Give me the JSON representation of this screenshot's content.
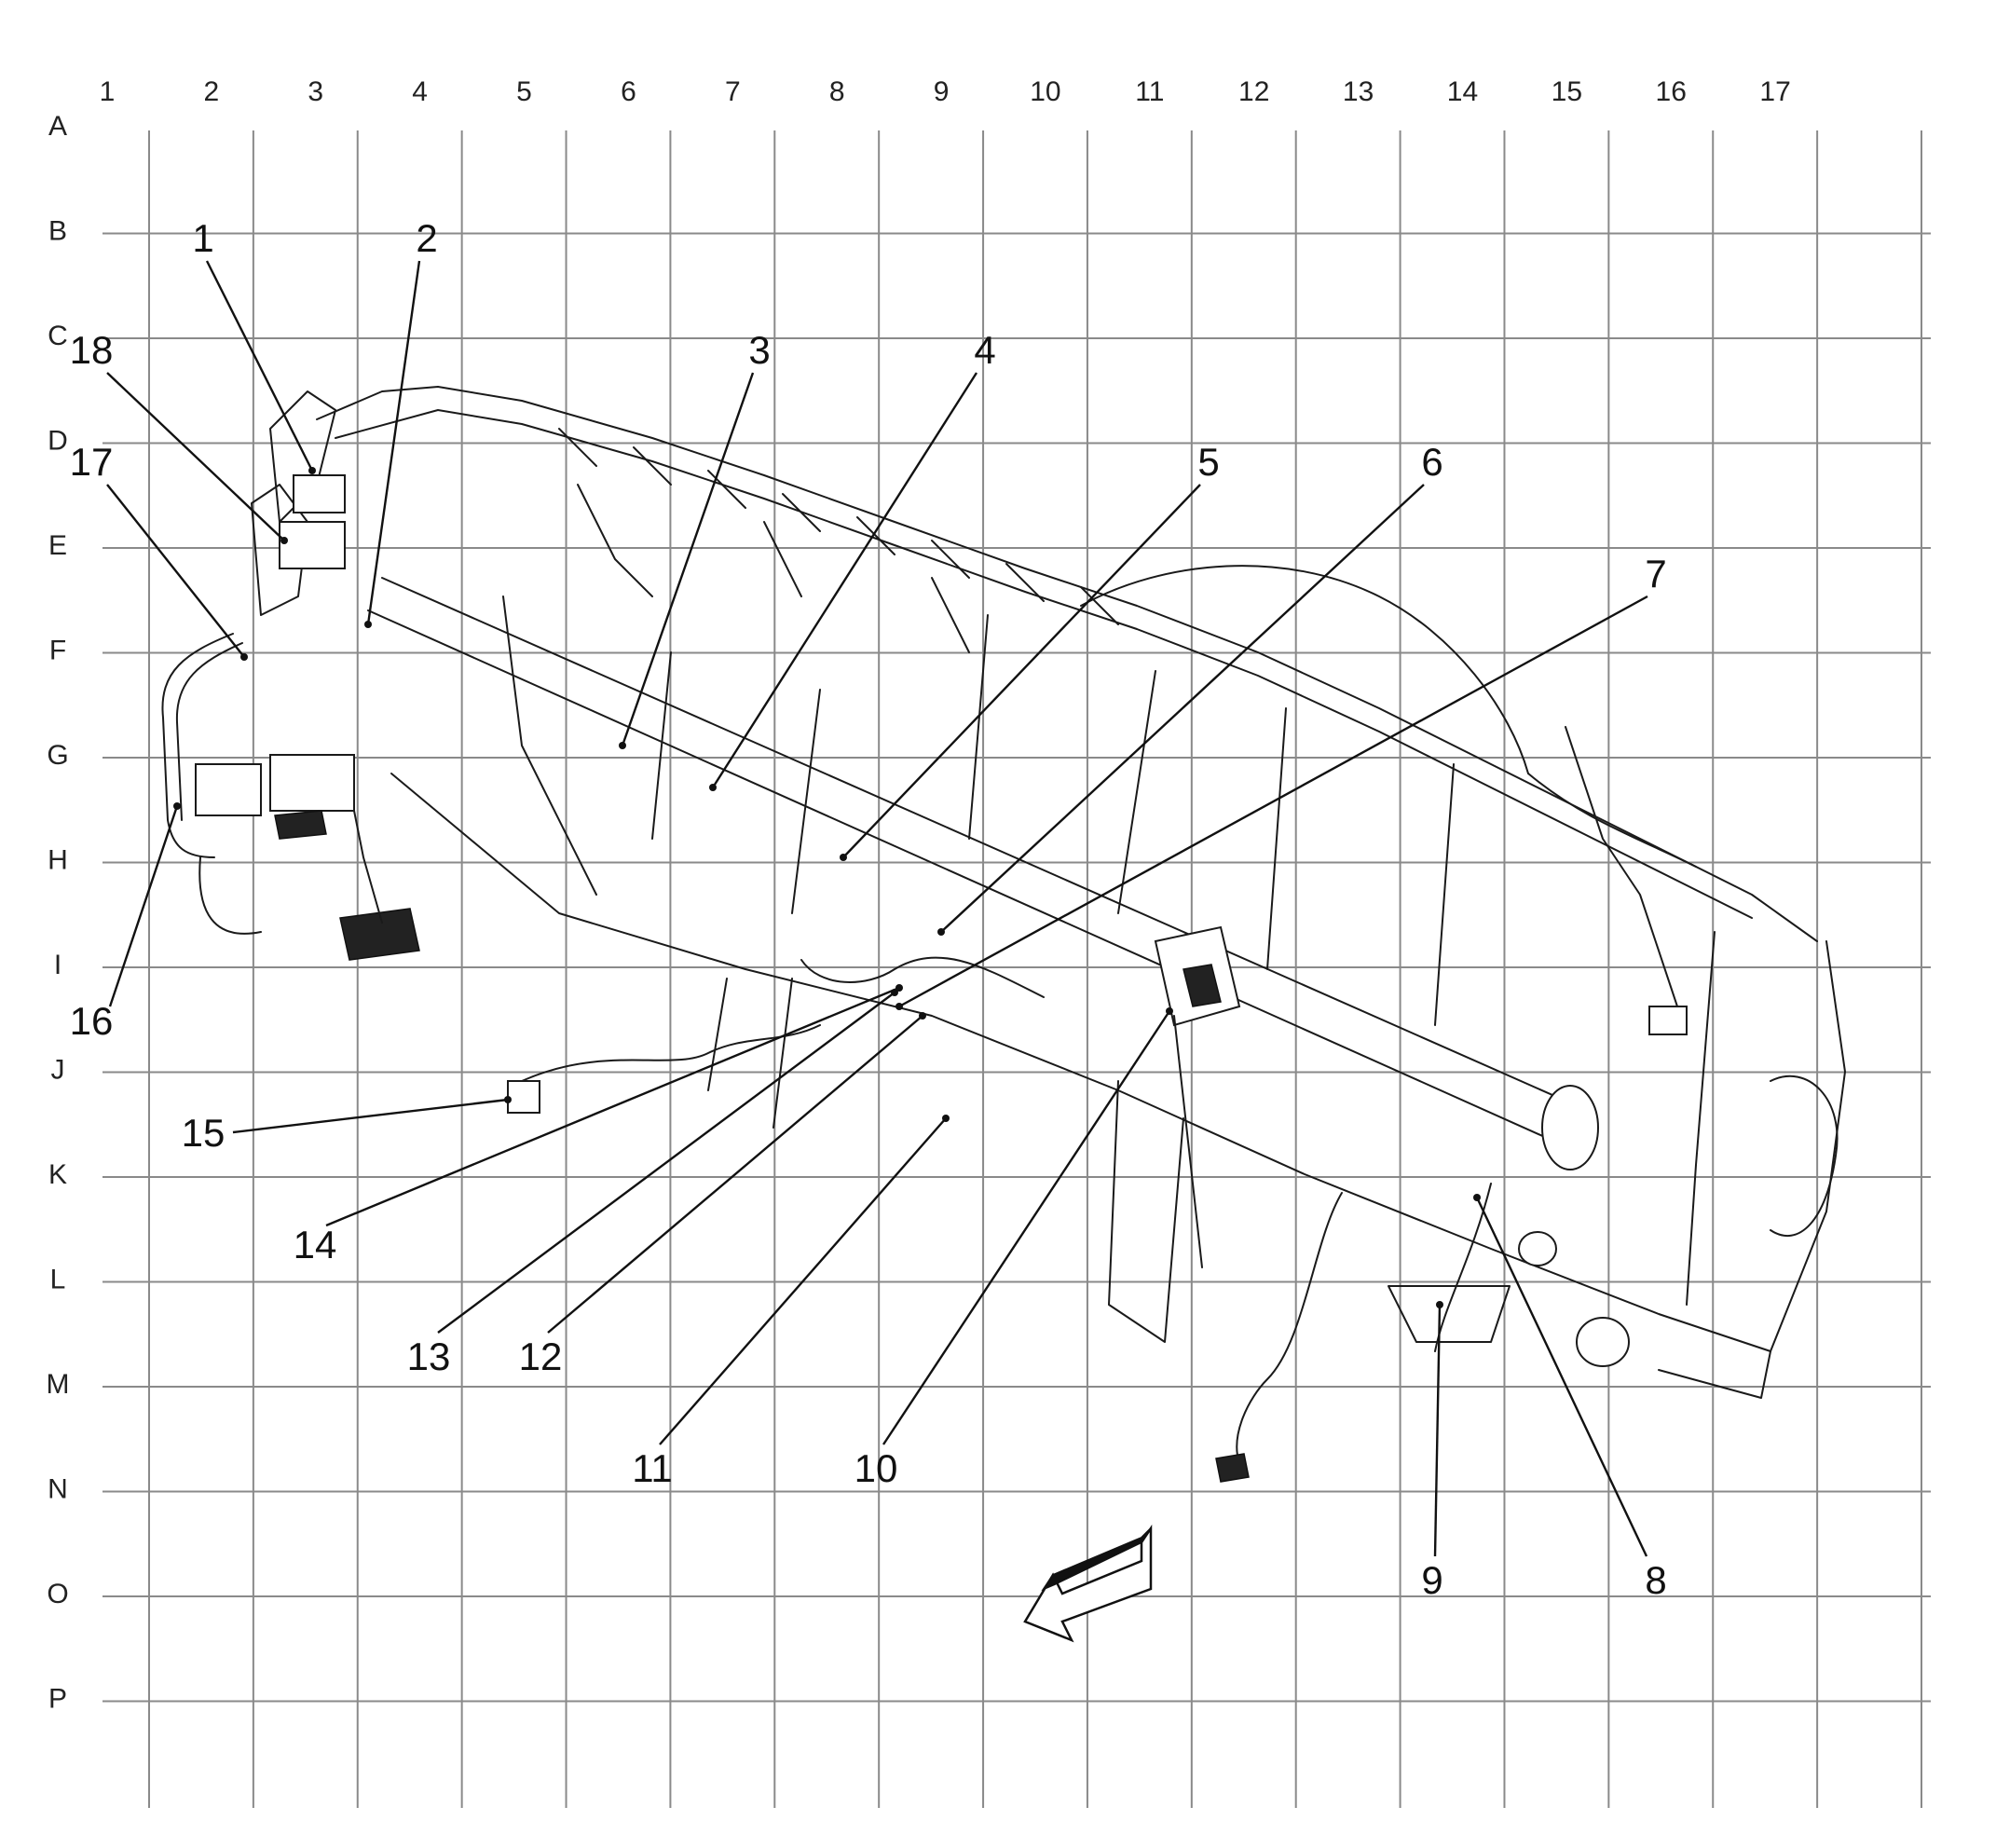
{
  "grid": {
    "columns": [
      "1",
      "2",
      "3",
      "4",
      "5",
      "6",
      "7",
      "8",
      "9",
      "10",
      "11",
      "12",
      "13",
      "14",
      "15",
      "16",
      "17"
    ],
    "rows": [
      "A",
      "B",
      "C",
      "D",
      "E",
      "F",
      "G",
      "H",
      "I",
      "J",
      "K",
      "L",
      "M",
      "N",
      "O",
      "P"
    ]
  },
  "callouts": [
    {
      "id": "1",
      "label": "1"
    },
    {
      "id": "2",
      "label": "2"
    },
    {
      "id": "3",
      "label": "3"
    },
    {
      "id": "4",
      "label": "4"
    },
    {
      "id": "5",
      "label": "5"
    },
    {
      "id": "6",
      "label": "6"
    },
    {
      "id": "7",
      "label": "7"
    },
    {
      "id": "8",
      "label": "8"
    },
    {
      "id": "9",
      "label": "9"
    },
    {
      "id": "10",
      "label": "10"
    },
    {
      "id": "11",
      "label": "11"
    },
    {
      "id": "12",
      "label": "12"
    },
    {
      "id": "13",
      "label": "13"
    },
    {
      "id": "14",
      "label": "14"
    },
    {
      "id": "15",
      "label": "15"
    },
    {
      "id": "16",
      "label": "16"
    },
    {
      "id": "17",
      "label": "17"
    },
    {
      "id": "18",
      "label": "18"
    }
  ],
  "colors": {
    "grid": "#8a8a8a",
    "ink": "#111111",
    "background": "#ffffff"
  }
}
